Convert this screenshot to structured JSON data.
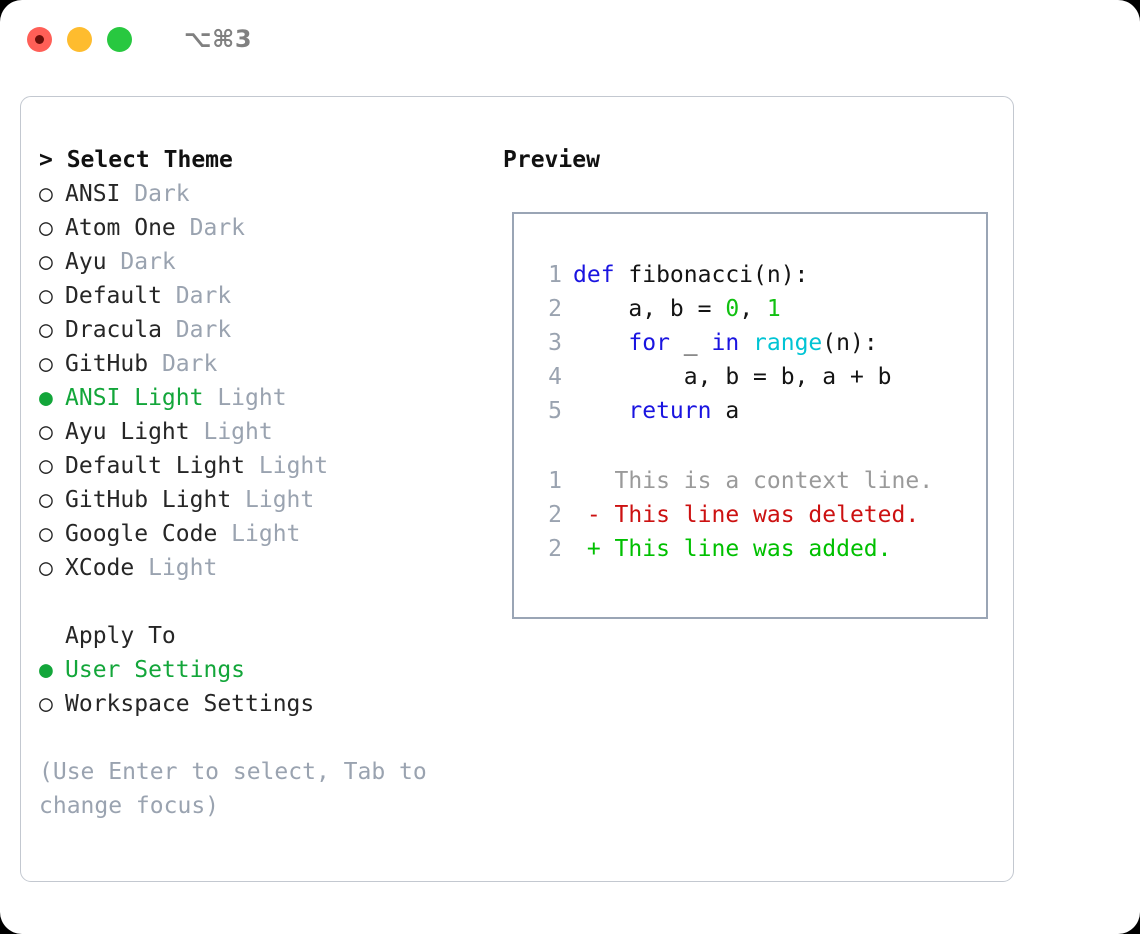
{
  "window": {
    "shortcut": "⌥⌘3",
    "traffic_lights": [
      {
        "name": "close",
        "color": "#ff5f57"
      },
      {
        "name": "minimize",
        "color": "#febc2e"
      },
      {
        "name": "maximize",
        "color": "#28c840"
      }
    ]
  },
  "theme_picker": {
    "header": "> Select Theme",
    "prompt_marker": ">",
    "bullet_selected": "●",
    "bullet_unselected": "○",
    "selected_color": "#13a63a",
    "dim_color": "#9aa3b0",
    "items": [
      {
        "bullet": "○",
        "name": "ANSI",
        "variant": "Dark",
        "selected": false
      },
      {
        "bullet": "○",
        "name": "Atom One",
        "variant": "Dark",
        "selected": false
      },
      {
        "bullet": "○",
        "name": "Ayu",
        "variant": "Dark",
        "selected": false
      },
      {
        "bullet": "○",
        "name": "Default",
        "variant": "Dark",
        "selected": false
      },
      {
        "bullet": "○",
        "name": "Dracula",
        "variant": "Dark",
        "selected": false
      },
      {
        "bullet": "○",
        "name": "GitHub",
        "variant": "Dark",
        "selected": false
      },
      {
        "bullet": "●",
        "name": "ANSI Light",
        "variant": "Light",
        "selected": true
      },
      {
        "bullet": "○",
        "name": "Ayu Light",
        "variant": "Light",
        "selected": false
      },
      {
        "bullet": "○",
        "name": "Default Light",
        "variant": "Light",
        "selected": false
      },
      {
        "bullet": "○",
        "name": "GitHub Light",
        "variant": "Light",
        "selected": false
      },
      {
        "bullet": "○",
        "name": "Google Code",
        "variant": "Light",
        "selected": false
      },
      {
        "bullet": "○",
        "name": "XCode",
        "variant": "Light",
        "selected": false
      }
    ]
  },
  "apply_to": {
    "header": "Apply To",
    "items": [
      {
        "bullet": "●",
        "name": "User Settings",
        "selected": true
      },
      {
        "bullet": "○",
        "name": "Workspace Settings",
        "selected": false
      }
    ]
  },
  "hint": "(Use Enter to select, Tab to change focus)",
  "preview": {
    "title": "Preview",
    "code_lines": [
      {
        "n": "1",
        "tokens": [
          {
            "t": "def",
            "c": "kw"
          },
          {
            "t": " fibonacci(n):",
            "c": "plain"
          }
        ]
      },
      {
        "n": "2",
        "tokens": [
          {
            "t": "    a, b = ",
            "c": "plain"
          },
          {
            "t": "0",
            "c": "num"
          },
          {
            "t": ", ",
            "c": "plain"
          },
          {
            "t": "1",
            "c": "num"
          }
        ]
      },
      {
        "n": "3",
        "tokens": [
          {
            "t": "    ",
            "c": "plain"
          },
          {
            "t": "for",
            "c": "kw"
          },
          {
            "t": " _ ",
            "c": "plain"
          },
          {
            "t": "in",
            "c": "kw"
          },
          {
            "t": " ",
            "c": "plain"
          },
          {
            "t": "range",
            "c": "fn"
          },
          {
            "t": "(n):",
            "c": "plain"
          }
        ]
      },
      {
        "n": "4",
        "tokens": [
          {
            "t": "        a, b = b, a + b",
            "c": "plain"
          }
        ]
      },
      {
        "n": "5",
        "tokens": [
          {
            "t": "    ",
            "c": "plain"
          },
          {
            "t": "return",
            "c": "kw"
          },
          {
            "t": " a",
            "c": "plain"
          }
        ]
      }
    ],
    "diff_lines": [
      {
        "n": "1",
        "marker": " ",
        "text": " This is a context line.",
        "kind": "ctx"
      },
      {
        "n": "2",
        "marker": "-",
        "text": " This line was deleted.",
        "kind": "del"
      },
      {
        "n": "2",
        "marker": "+",
        "text": " This line was added.",
        "kind": "add"
      }
    ]
  }
}
